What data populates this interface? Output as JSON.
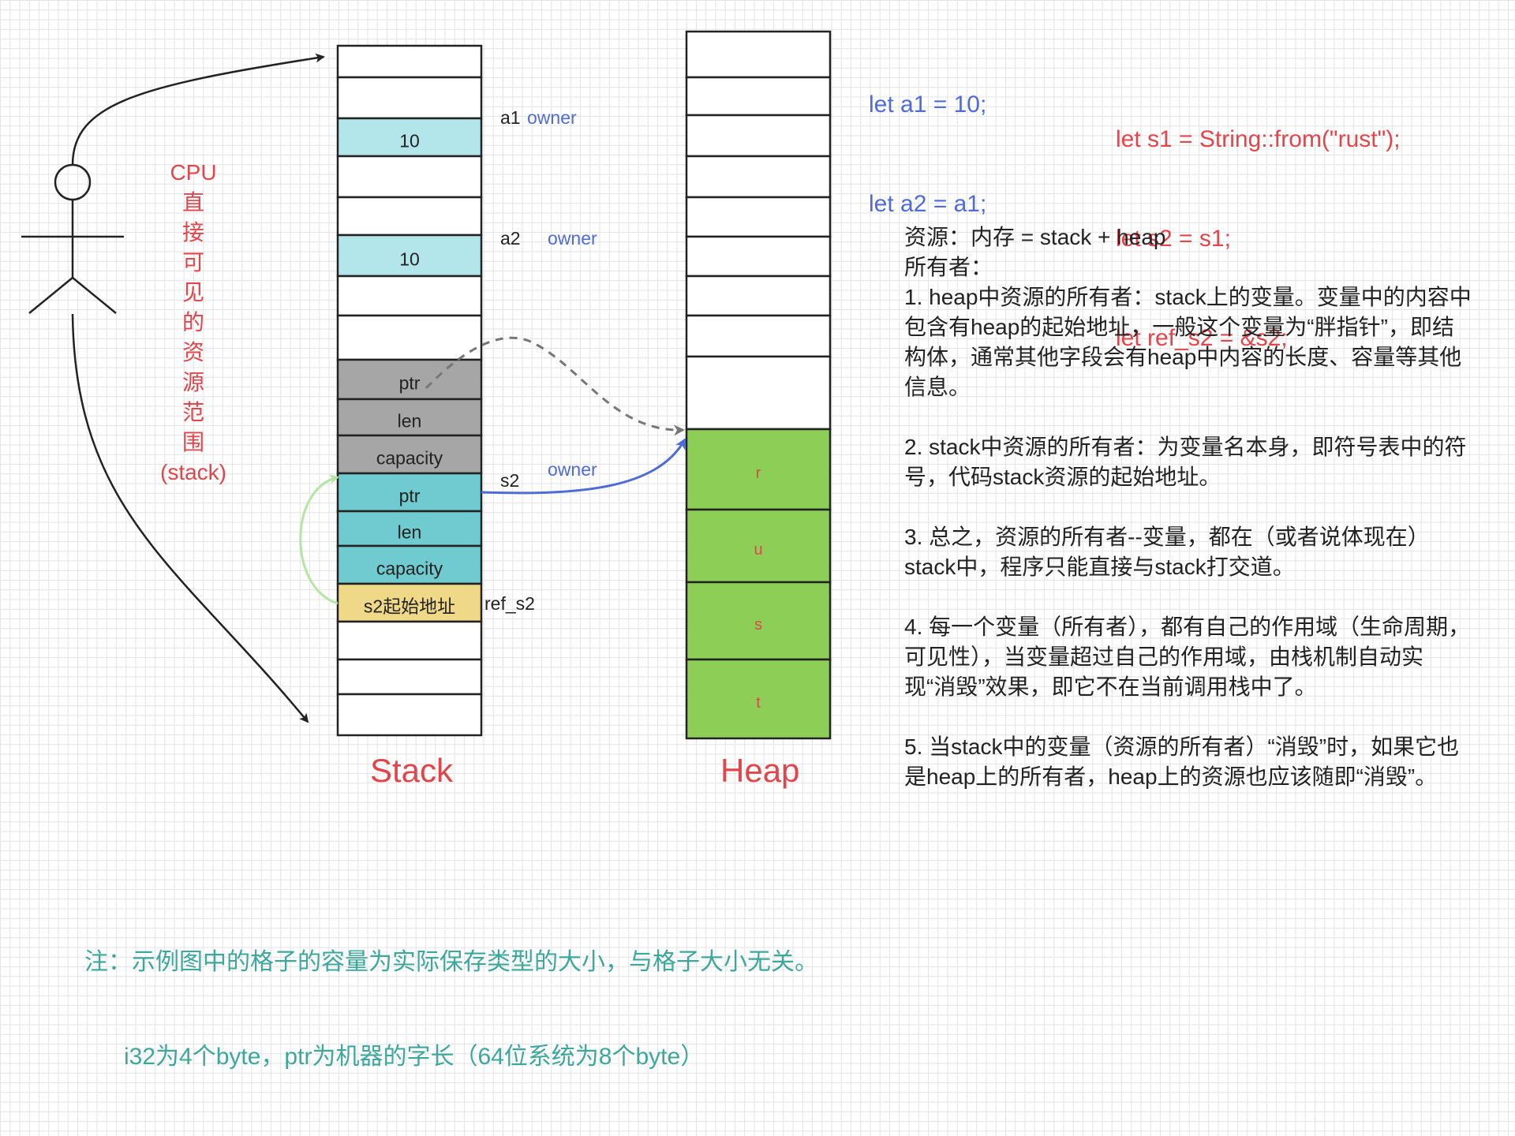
{
  "code_block_1": [
    "let a1 = 10;",
    "let a2 = a1;"
  ],
  "code_block_2": [
    "let s1 = String::from(\"rust\");",
    "let s2 = s1;",
    "let ref_s2 = &s2;"
  ],
  "cpu_label": [
    "CPU",
    "直",
    "接",
    "可",
    "见",
    "的",
    "资",
    "源",
    "范",
    "围",
    "(stack)"
  ],
  "stack": {
    "title": "Stack",
    "cells": [
      "",
      "",
      "10",
      "",
      "",
      "10",
      "",
      "",
      "ptr",
      "len",
      "capacity",
      "ptr",
      "len",
      "capacity",
      "s2起始地址",
      "",
      "",
      ""
    ],
    "labels": {
      "a1": "a1",
      "a2": "a2",
      "s2": "s2",
      "ref_s2": "ref_s2",
      "owner": "owner"
    }
  },
  "heap": {
    "title": "Heap",
    "cells": [
      "",
      "",
      "",
      "",
      "",
      "",
      "",
      "",
      "",
      "r",
      "u",
      "s",
      "t"
    ]
  },
  "notes": [
    "资源：内存  = stack + heap",
    "所有者：",
    "1. heap中资源的所有者：stack上的变量。变量中的内容中包含有heap的起始地址，一般这个变量为“胖指针”，即结构体，通常其他字段会有heap中内容的长度、容量等其他信息。",
    "2. stack中资源的所有者：为变量名本身，即符号表中的符号，代码stack资源的起始地址。",
    "3. 总之，资源的所有者--变量，都在（或者说体现在）stack中，程序只能直接与stack打交道。",
    "4. 每一个变量（所有者），都有自己的作用域（生命周期，可见性），当变量超过自己的作用域，由栈机制自动实现“消毁”效果，即它不在当前调用栈中了。",
    "5. 当stack中的变量（资源的所有者）“消毁”时，如果它也是heap上的所有者，heap上的资源也应该随即“消毁”。"
  ],
  "footnote": [
    "注：示例图中的格子的容量为实际保存类型的大小，与格子大小无关。",
    "      i32为4个byte，ptr为机器的字长（64位系统为8个byte）"
  ],
  "colors": {
    "cyan_light": "#b3e6ea",
    "cyan": "#6fcbd0",
    "gray": "#a6a6a6",
    "yellow": "#efd988",
    "green": "#8dce57",
    "red": "#e0464b",
    "blue": "#4f6bd6",
    "light_green_arrow": "#b5e4a3",
    "gray_dashed": "#808080"
  }
}
